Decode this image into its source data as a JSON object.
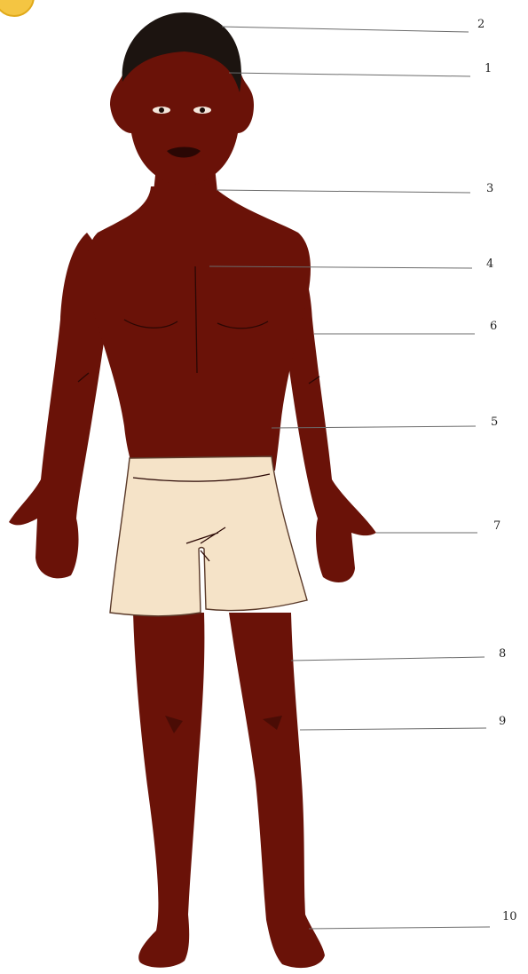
{
  "diagram": {
    "callouts": [
      {
        "id": "2",
        "label": "2"
      },
      {
        "id": "1",
        "label": "1"
      },
      {
        "id": "3",
        "label": "3"
      },
      {
        "id": "4",
        "label": "4"
      },
      {
        "id": "6",
        "label": "6"
      },
      {
        "id": "5",
        "label": "5"
      },
      {
        "id": "7",
        "label": "7"
      },
      {
        "id": "8",
        "label": "8"
      },
      {
        "id": "9",
        "label": "9"
      },
      {
        "id": "10",
        "label": "10"
      }
    ]
  },
  "colors": {
    "skin": "#6a1208",
    "hair": "#1c1410",
    "shorts": "#f5e3c8",
    "badge": "#f4c542"
  }
}
